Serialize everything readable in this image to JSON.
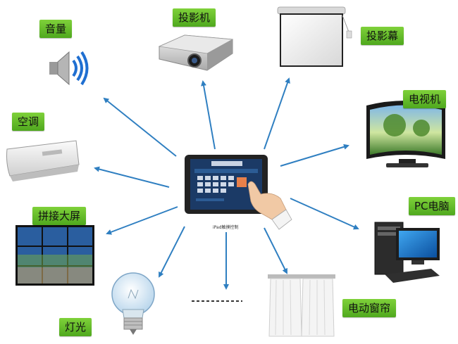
{
  "labels": {
    "volume": "音量",
    "projector": "投影机",
    "screen": "投影幕",
    "tv": "电视机",
    "aircon": "空调",
    "videowall": "拼接大屏",
    "pc": "PC电脑",
    "light": "灯光",
    "curtain": "电动窗帘"
  },
  "center": {
    "caption": "iPad触摸控制"
  },
  "colors": {
    "label_bg": "#5cb82a",
    "arrow": "#2f7fc1"
  },
  "icons": {
    "volume": "speaker-icon",
    "projector": "projector-icon",
    "screen": "projection-screen-icon",
    "tv": "tv-icon",
    "aircon": "air-conditioner-icon",
    "videowall": "video-wall-icon",
    "pc": "desktop-pc-icon",
    "light": "light-bulb-icon",
    "curtain": "curtain-icon",
    "center": "tablet-icon"
  }
}
